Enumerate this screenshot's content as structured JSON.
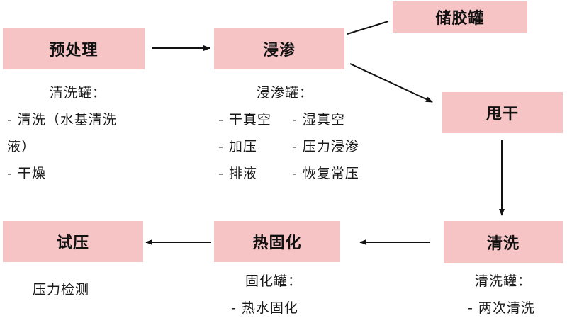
{
  "boxes": {
    "pretreat": "预处理",
    "impregnate": "浸渗",
    "storage": "储胶罐",
    "spin_dry": "甩干",
    "clean": "清洗",
    "heat_cure": "热固化",
    "pressure_test": "试压"
  },
  "notes": {
    "pretreat": {
      "title": "清洗罐：",
      "line1": "- 清洗（水基清洗",
      "line2": "液）",
      "line3": "- 干燥"
    },
    "impregnate": {
      "title": "浸渗罐：",
      "rows": [
        [
          "- 干真空",
          "- 湿真空"
        ],
        [
          "- 加压",
          "- 压力浸渗"
        ],
        [
          "- 排液",
          "- 恢复常压"
        ]
      ]
    },
    "pressure_test": {
      "line1": "压力检测"
    },
    "heat_cure": {
      "title": "固化罐：",
      "line1": "- 热水固化"
    },
    "clean": {
      "title": "清洗罐：",
      "line1": "- 两次清洗"
    }
  },
  "colors": {
    "box_fill": "#f6c4c4",
    "arrow": "#111111"
  }
}
